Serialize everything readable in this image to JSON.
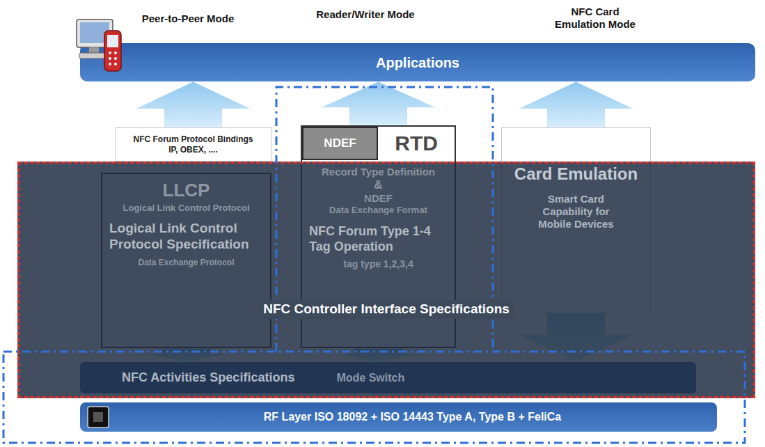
{
  "diagram": {
    "nodes": [
      {
        "text": [
          "Applications"
        ]
      },
      {
        "text": [
          "NFC Forum Protocol Bindings",
          "IP, OBEX, ...."
        ]
      },
      {
        "text": [
          "LLCP",
          "Logical Link Control Protocol",
          "Logical Link Control Protocol Specification",
          "Data Exchange Protocol"
        ]
      },
      {
        "text": [
          "RTD",
          "Record Type Definition",
          "&",
          "NDEF",
          "Data Exchange Format",
          "NFC Forum Type 1-4 Tag Operation",
          "tag type 1,2,3,4"
        ]
      },
      {
        "text": [
          "NDEF"
        ],
        "in": 3
      },
      {
        "text": [
          "Card Emulation",
          "Smart Card Capability for Mobile Devices"
        ]
      },
      {
        "text": [
          "NFC Activities Specifications",
          "Mode Switch"
        ]
      },
      {
        "text": [
          "RF Layer ISO 18092 + ISO 14443 Type A, Type B + FeliCa"
        ]
      },
      {
        "text": [
          "NFC Controller Interface Specifications"
        ]
      }
    ],
    "edges": [
      {
        "from": 1,
        "to": 0,
        "arrow": "to"
      },
      {
        "from": 3,
        "to": 0,
        "arrow": "to"
      },
      {
        "from": 5,
        "to": 0,
        "arrow": "to"
      },
      {
        "from": 2,
        "to": 6,
        "arrow": "to"
      },
      {
        "from": 3,
        "to": 6,
        "arrow": "to"
      },
      {
        "from": 5,
        "to": 6,
        "arrow": "to"
      }
    ],
    "labels": [
      "Peer-to-Peer Mode",
      "Reader/Writer Mode",
      "NFC Card Emulation Mode"
    ]
  }
}
